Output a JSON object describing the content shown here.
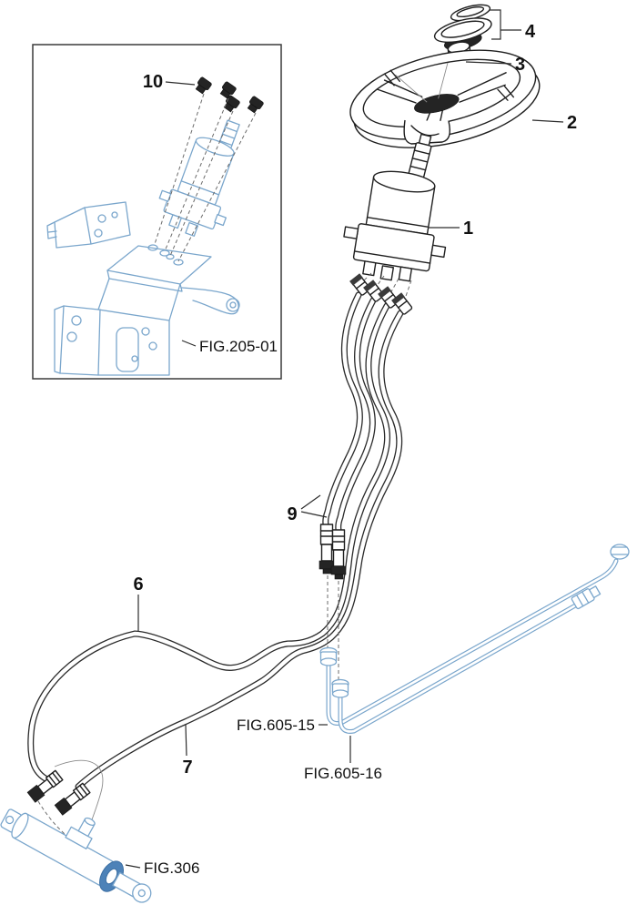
{
  "diagram": {
    "kind": "steering-parts-exploded-diagram"
  },
  "callouts": {
    "c1": "1",
    "c2": "2",
    "c3": "3",
    "c4": "4",
    "c6": "6",
    "c7": "7",
    "c9": "9",
    "c10": "10"
  },
  "figure_refs": {
    "fig205": "FIG.205-01",
    "fig605_15": "FIG.605-15",
    "fig605_16": "FIG.605-16",
    "fig306": "FIG.306"
  },
  "colors": {
    "ink": "#1f1f1f",
    "reference_blue": "#7aa6cc",
    "background": "#ffffff"
  }
}
